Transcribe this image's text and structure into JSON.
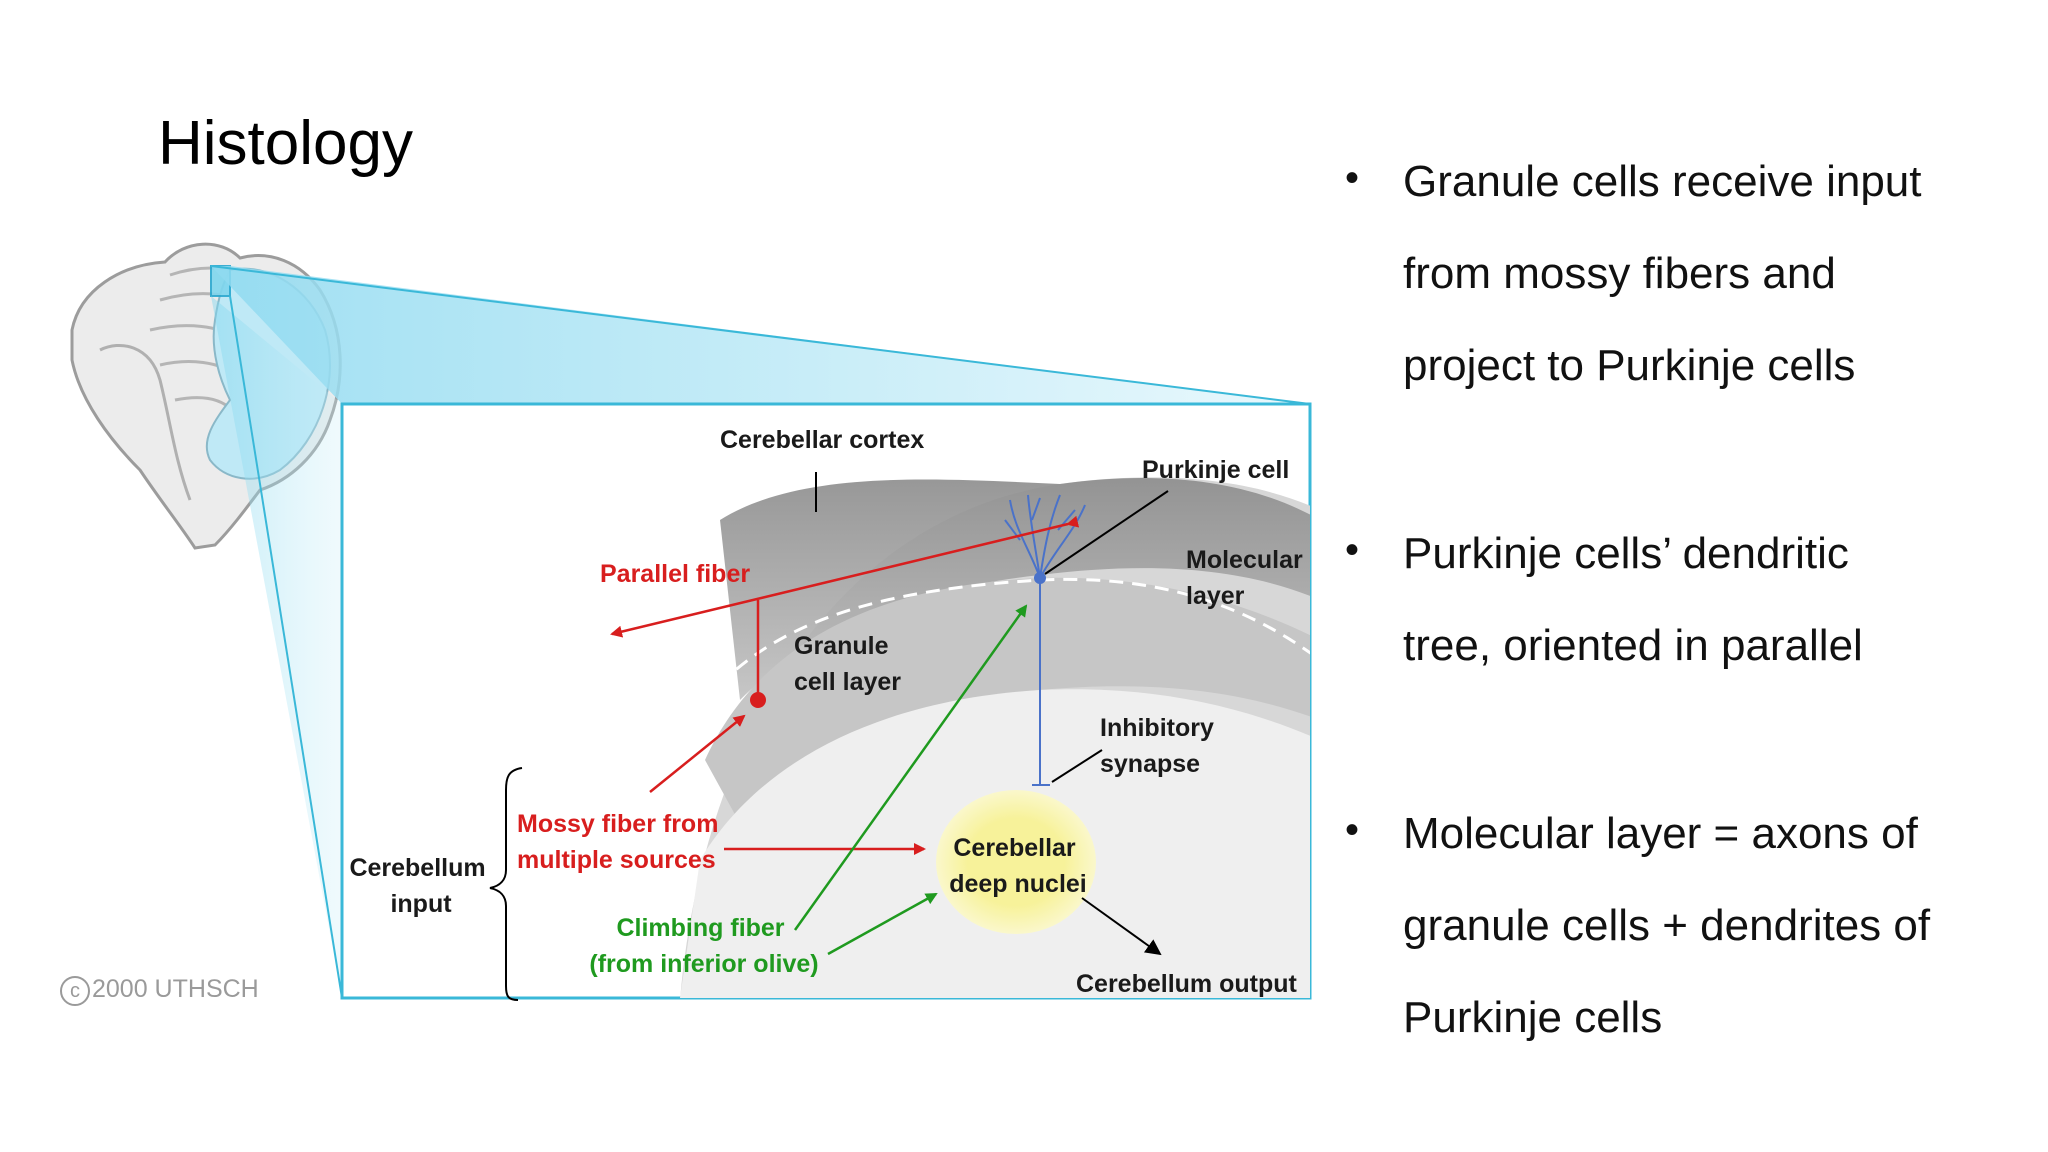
{
  "title": "Histology",
  "diagram": {
    "cerebellar_cortex": "Cerebellar cortex",
    "purkinje_cell": "Purkinje cell",
    "molecular_layer": [
      "Molecular",
      "layer"
    ],
    "parallel_fiber": "Parallel fiber",
    "granule_cell_layer": [
      "Granule",
      "cell layer"
    ],
    "inhibitory_synapse": [
      "Inhibitory",
      "synapse"
    ],
    "mossy_fiber": [
      "Mossy fiber from",
      "multiple sources"
    ],
    "cerebellum_input": [
      "Cerebellum",
      "input"
    ],
    "deep_nuclei": [
      "Cerebellar",
      "deep nuclei"
    ],
    "climbing_fiber": [
      "Climbing fiber",
      "(from inferior olive)"
    ],
    "cerebellum_output": "Cerebellum output",
    "copyright_symbol": "c",
    "copyright": "2000 UTHSCH",
    "colors": {
      "red": "#d81e1e",
      "green": "#1f9a1f",
      "blue": "#4a72c9",
      "cyan": "#3ab8d8",
      "nuclei": "#f7f29a"
    }
  },
  "bullets": [
    {
      "lines": [
        "Granule cells receive input",
        "from mossy fibers and",
        "project to Purkinje cells"
      ]
    },
    {
      "lines": [
        "Purkinje cells’ dendritic",
        "tree, oriented in parallel"
      ]
    },
    {
      "lines": [
        "Molecular layer = axons of",
        "granule cells + dendrites of",
        "Purkinje cells"
      ]
    }
  ]
}
